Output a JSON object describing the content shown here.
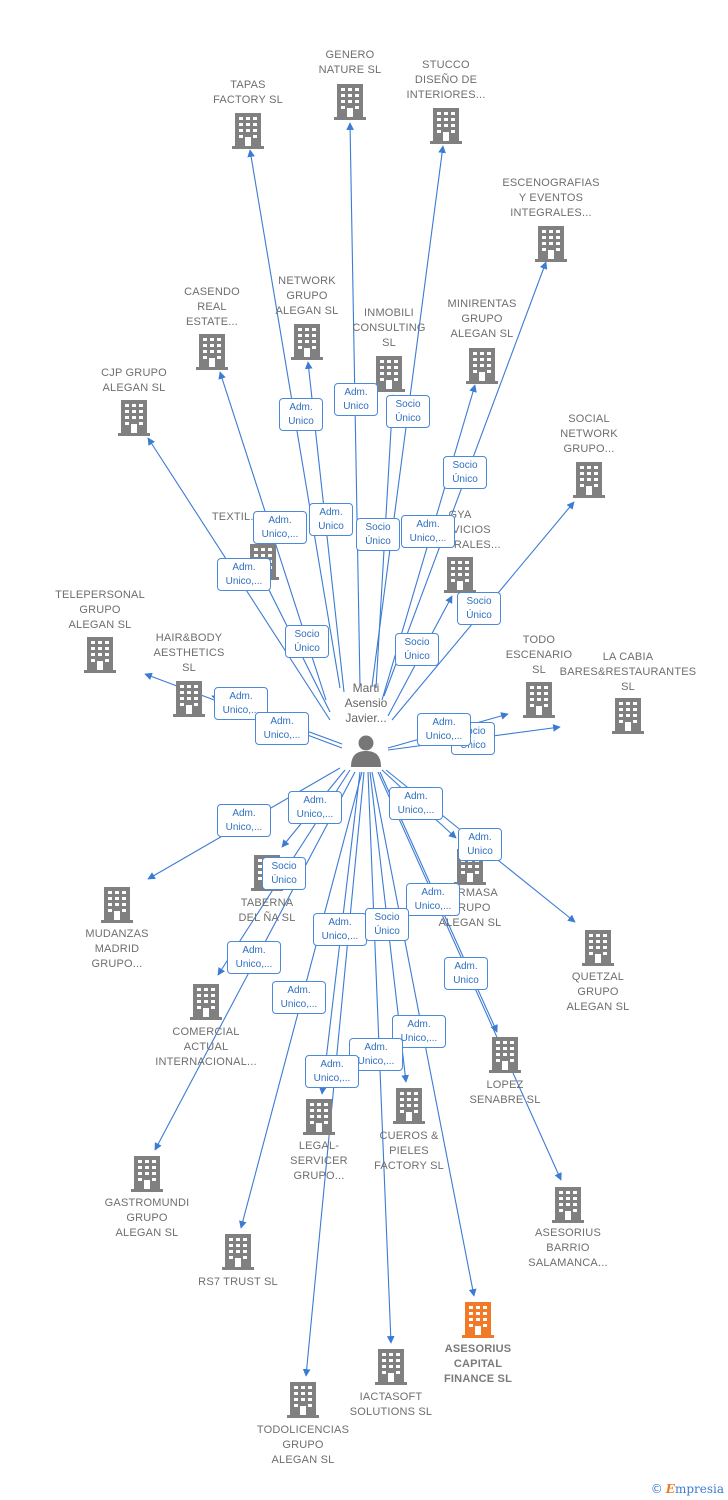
{
  "center": {
    "label": "Marti\nAsensio\nJavier..."
  },
  "colors": {
    "edge": "#3b7bd4",
    "building": "#808080",
    "highlight": "#f07a28",
    "badge_border": "#4a8ad8"
  },
  "nodes": [
    {
      "id": "tapas",
      "label": "TAPAS\nFACTORY SL",
      "highlight": false
    },
    {
      "id": "genero",
      "label": "GENERO\nNATURE SL",
      "highlight": false
    },
    {
      "id": "stucco",
      "label": "STUCCO\nDISEÑO DE\nINTERIORES...",
      "highlight": false
    },
    {
      "id": "escenografias",
      "label": "ESCENOGRAFIAS\nY EVENTOS\nINTEGRALES...",
      "highlight": false
    },
    {
      "id": "casendo",
      "label": "CASENDO\nREAL\nESTATE...",
      "highlight": false
    },
    {
      "id": "network",
      "label": "NETWORK\nGRUPO\nALEGAN SL",
      "highlight": false
    },
    {
      "id": "inmobili",
      "label": "INMOBILI\nCONSULTING\nSL",
      "highlight": false
    },
    {
      "id": "minirentas",
      "label": "MINIRENTAS\nGRUPO\nALEGAN SL",
      "highlight": false
    },
    {
      "id": "cjp",
      "label": "CJP GRUPO\nALEGAN SL",
      "highlight": false
    },
    {
      "id": "social",
      "label": "SOCIAL\nNETWORK\nGRUPO...",
      "highlight": false
    },
    {
      "id": "textil",
      "label": "TEXTIL...",
      "highlight": false
    },
    {
      "id": "gya",
      "label": "GYA\nSERVICIOS\nINTEGRALES...",
      "highlight": false
    },
    {
      "id": "telepersonal",
      "label": "TELEPERSONAL\nGRUPO\nALEGAN SL",
      "highlight": false
    },
    {
      "id": "hairbody",
      "label": "HAIR&BODY\nAESTHETICS\nSL",
      "highlight": false
    },
    {
      "id": "todoescenario",
      "label": "TODO\nESCENARIO\nSL",
      "highlight": false
    },
    {
      "id": "lacabia",
      "label": "LA CABIA\nBARES&RESTAURANTES\nSL",
      "highlight": false
    },
    {
      "id": "mudanzas",
      "label": "MUDANZAS\nMADRID\nGRUPO...",
      "highlight": false
    },
    {
      "id": "taberna",
      "label": "TABERNA\nDEL ÑA SL",
      "highlight": false
    },
    {
      "id": "formasa",
      "label": "FORMASA\nGRUPO\nALEGAN SL",
      "highlight": false
    },
    {
      "id": "quetzal",
      "label": "QUETZAL\nGRUPO\nALEGAN SL",
      "highlight": false
    },
    {
      "id": "comercial",
      "label": "COMERCIAL\nACTUAL\nINTERNACIONAL...",
      "highlight": false
    },
    {
      "id": "lopez",
      "label": "LOPEZ\nSENABRE SL",
      "highlight": false
    },
    {
      "id": "legal",
      "label": "LEGAL-\nSERVICER\nGRUPO...",
      "highlight": false
    },
    {
      "id": "cueros",
      "label": "CUEROS &\nPIELES\nFACTORY SL",
      "highlight": false
    },
    {
      "id": "gastromundi",
      "label": "GASTROMUNDI\nGRUPO\nALEGAN SL",
      "highlight": false
    },
    {
      "id": "asesorius_barrio",
      "label": "ASESORIUS\nBARRIO\nSALAMANCA...",
      "highlight": false
    },
    {
      "id": "rs7",
      "label": "RS7 TRUST SL",
      "highlight": false
    },
    {
      "id": "asesorius_capital",
      "label": "ASESORIUS\nCAPITAL\nFINANCE SL",
      "highlight": true
    },
    {
      "id": "iactasoft",
      "label": "IACTASOFT\nSOLUTIONS SL",
      "highlight": false
    },
    {
      "id": "todolicencias",
      "label": "TODOLICENCIAS\nGRUPO\nALEGAN SL",
      "highlight": false
    }
  ],
  "badges": [
    {
      "id": "b-network",
      "text": "Adm.\nUnico"
    },
    {
      "id": "b-inmobili-adm",
      "text": "Adm.\nUnico"
    },
    {
      "id": "b-inmobili-socio",
      "text": "Socio\nÚnico"
    },
    {
      "id": "b-minirentas",
      "text": "Socio\nÚnico"
    },
    {
      "id": "b-casendo",
      "text": "Adm.\nUnico,..."
    },
    {
      "id": "b-genero",
      "text": "Adm.\nUnico"
    },
    {
      "id": "b-stucco",
      "text": "Socio\nÚnico"
    },
    {
      "id": "b-escenografias",
      "text": "Adm.\nUnico,..."
    },
    {
      "id": "b-cjp",
      "text": "Adm.\nUnico,..."
    },
    {
      "id": "b-social",
      "text": "Socio\nÚnico"
    },
    {
      "id": "b-textil",
      "text": "Socio\nÚnico"
    },
    {
      "id": "b-gya",
      "text": "Socio\nÚnico"
    },
    {
      "id": "b-telepersonal",
      "text": "Adm.\nUnico,..."
    },
    {
      "id": "b-hairbody",
      "text": "Adm.\nUnico,..."
    },
    {
      "id": "b-todoescenario-socio",
      "text": "Socio\nÚnico"
    },
    {
      "id": "b-lacabia",
      "text": "Adm.\nUnico,..."
    },
    {
      "id": "b-mudanzas",
      "text": "Adm.\nUnico,..."
    },
    {
      "id": "b-taberna-adm",
      "text": "Adm.\nUnico,..."
    },
    {
      "id": "b-formasa-adm",
      "text": "Adm.\nUnico,..."
    },
    {
      "id": "b-quetzal",
      "text": "Adm.\nUnico"
    },
    {
      "id": "b-taberna-socio",
      "text": "Socio\nÚnico"
    },
    {
      "id": "b-comercial",
      "text": "Adm.\nUnico,..."
    },
    {
      "id": "b-lopez",
      "text": "Adm.\nUnico,..."
    },
    {
      "id": "b-legal",
      "text": "Adm.\nUnico,..."
    },
    {
      "id": "b-cueros-socio",
      "text": "Socio\nÚnico"
    },
    {
      "id": "b-asesorius-barrio",
      "text": "Adm.\nUnico"
    },
    {
      "id": "b-gastromundi",
      "text": "Adm.\nUnico,..."
    },
    {
      "id": "b-asesorius-capital",
      "text": "Adm.\nUnico,..."
    },
    {
      "id": "b-iactasoft",
      "text": "Adm.\nUnico,..."
    },
    {
      "id": "b-todolicencias",
      "text": "Adm.\nUnico,..."
    }
  ],
  "footer": {
    "copyright": "©",
    "brand_initial": "E",
    "brand_rest": "mpresia"
  }
}
